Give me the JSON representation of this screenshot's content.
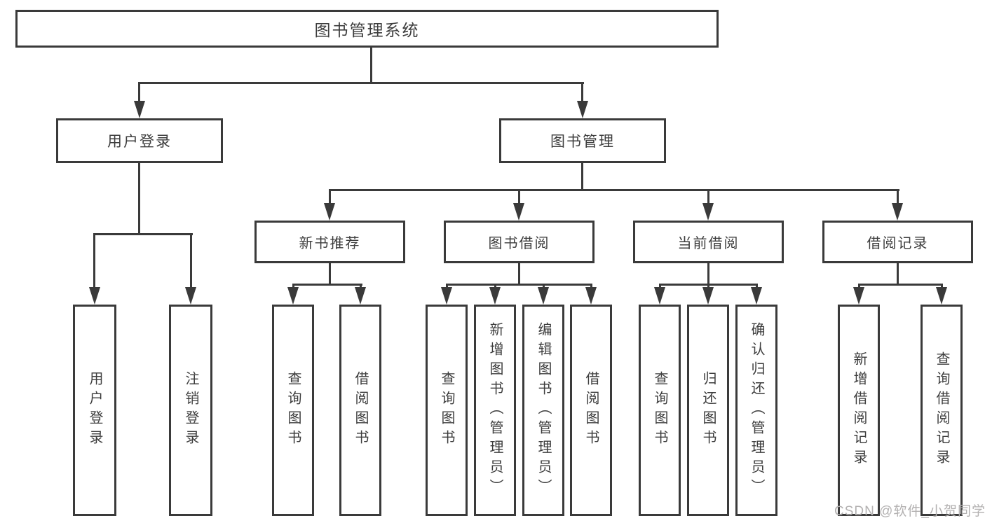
{
  "diagram_type": "hierarchy-tree",
  "tree": {
    "label": "图书管理系统",
    "children": [
      {
        "label": "用户登录",
        "children": [
          {
            "label": "用户登录"
          },
          {
            "label": "注销登录"
          }
        ]
      },
      {
        "label": "图书管理",
        "children": [
          {
            "label": "新书推荐",
            "children": [
              {
                "label": "查询图书"
              },
              {
                "label": "借阅图书"
              }
            ]
          },
          {
            "label": "图书借阅",
            "children": [
              {
                "label": "查询图书"
              },
              {
                "label": "新增图书（管理员）"
              },
              {
                "label": "编辑图书（管理员）"
              },
              {
                "label": "借阅图书"
              }
            ]
          },
          {
            "label": "当前借阅",
            "children": [
              {
                "label": "查询图书"
              },
              {
                "label": "归还图书"
              },
              {
                "label": "确认归还（管理员）"
              }
            ]
          },
          {
            "label": "借阅记录",
            "children": [
              {
                "label": "新增借阅记录"
              },
              {
                "label": "查询借阅记录"
              }
            ]
          }
        ]
      }
    ]
  },
  "watermark": "CSDN @软件_小贺同学",
  "colors": {
    "line": "#3a3a3a",
    "text": "#3d3d3d",
    "watermark": "#b3b1b1",
    "background": "#ffffff"
  }
}
